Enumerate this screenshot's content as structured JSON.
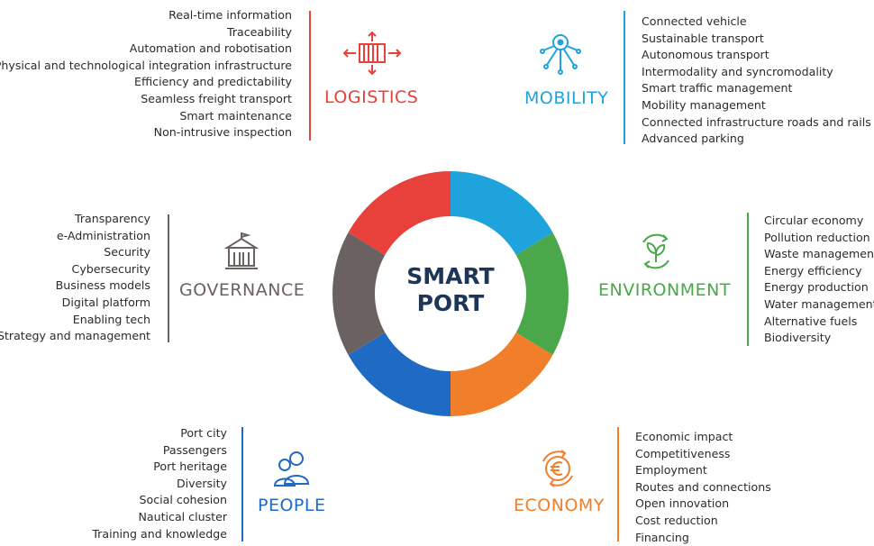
{
  "center": {
    "line1": "SMART",
    "line2": "PORT"
  },
  "colors": {
    "logistics": "#e8403a",
    "mobility": "#1ea3dc",
    "environment": "#4aa84a",
    "economy": "#f07e2b",
    "people": "#1f6ac2",
    "governance": "#6b6160"
  },
  "categories": {
    "logistics": {
      "title": "LOGISTICS",
      "icon": "container-icon",
      "items": [
        "Real-time information",
        "Traceability",
        "Automation and robotisation",
        "Physical and technological integration infrastructure",
        "Efficiency and predictability",
        "Seamless freight transport",
        "Smart maintenance",
        "Non-intrusive inspection"
      ]
    },
    "mobility": {
      "title": "MOBILITY",
      "icon": "network-icon",
      "items": [
        "Connected vehicle",
        "Sustainable transport",
        "Autonomous transport",
        "Intermodality and syncromodality",
        "Smart traffic management",
        "Mobility management",
        "Connected infrastructure roads and rails",
        "Advanced parking"
      ]
    },
    "governance": {
      "title": "GOVERNANCE",
      "icon": "building-icon",
      "items": [
        "Transparency",
        "e-Administration",
        "Security",
        "Cybersecurity",
        "Business models",
        "Digital platform",
        "Enabling tech",
        "Strategy and management"
      ]
    },
    "environment": {
      "title": "ENVIRONMENT",
      "icon": "leaf-recycle-icon",
      "items": [
        "Circular economy",
        "Pollution reduction",
        "Waste management",
        "Energy efficiency",
        "Energy production",
        "Water management",
        "Alternative fuels",
        "Biodiversity"
      ]
    },
    "people": {
      "title": "PEOPLE",
      "icon": "people-icon",
      "items": [
        "Port city",
        "Passengers",
        "Port heritage",
        "Diversity",
        "Social cohesion",
        "Nautical cluster",
        "Training and knowledge"
      ]
    },
    "economy": {
      "title": "ECONOMY",
      "icon": "euro-coin-icon",
      "items": [
        "Economic impact",
        "Competitiveness",
        "Employment",
        "Routes and connections",
        "Open innovation",
        "Cost reduction",
        "Financing"
      ]
    }
  }
}
